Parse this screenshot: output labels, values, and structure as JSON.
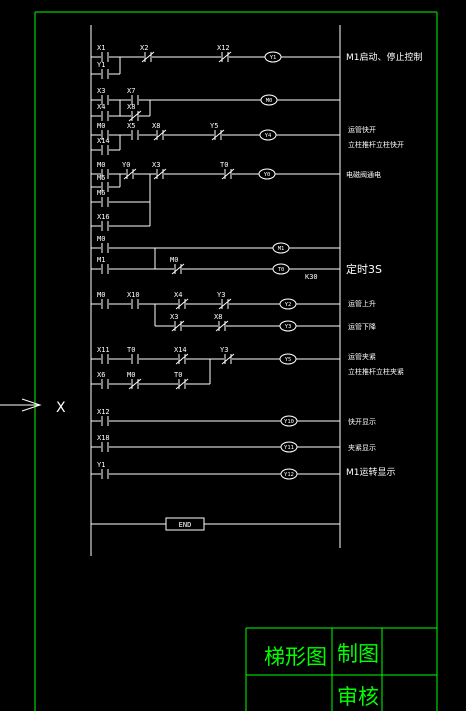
{
  "contacts": [
    "X1",
    "Y1",
    "X2",
    "X12",
    "X3",
    "X4",
    "X7",
    "X8",
    "M0",
    "X5",
    "X8",
    "Y5",
    "X14",
    "M0",
    "Y0",
    "X3",
    "T0",
    "M5",
    "M6",
    "X16",
    "M0",
    "M1",
    "M0",
    "M0",
    "X10",
    "X4",
    "Y3",
    "X3",
    "X8",
    "X11",
    "T0",
    "X14",
    "Y3",
    "X6",
    "M0",
    "T0",
    "X12",
    "X18",
    "Y1"
  ],
  "coils": [
    "Y1",
    "M0",
    "Y4",
    "Y0",
    "M1",
    "T0",
    "Y2",
    "Y3",
    "Y5",
    "Y10",
    "Y11",
    "Y12"
  ],
  "notes": [
    "M1启动、停止控制",
    "运管快开",
    "立柱推杆立柱快开",
    "电磁阀通电",
    "定时3S",
    "K30",
    "运管上升",
    "运管下降",
    "运管夹紧",
    "立柱推杆立柱夹紧",
    "快开显示",
    "夹紧显示",
    "M1运转显示"
  ],
  "end_label": "END",
  "side_marker": "X",
  "title_block": [
    "梯形图",
    "制图",
    "审核"
  ]
}
